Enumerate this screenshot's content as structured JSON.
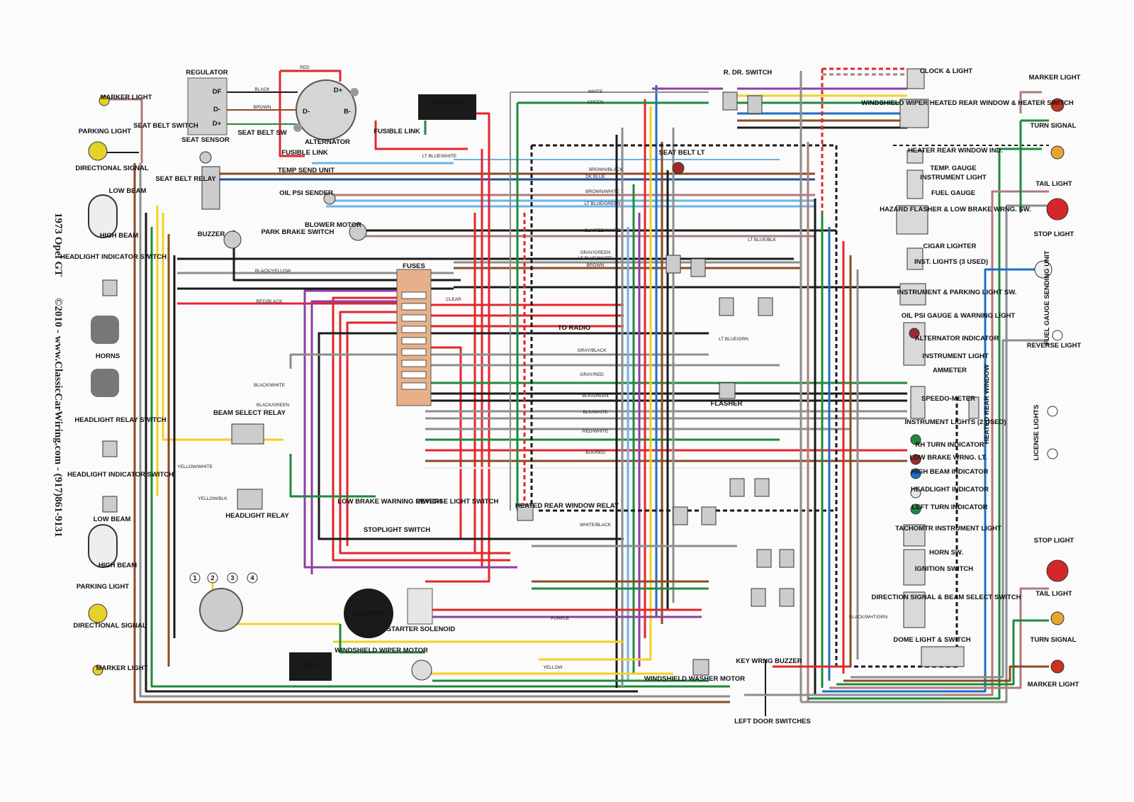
{
  "diagram": {
    "title": "1973 Opel GT",
    "subtitle": "©2010 - www.ClassicCarWiring.com - (917)861-9131",
    "components": [
      {
        "id": "marker-light-lf",
        "label": "MARKER LIGHT"
      },
      {
        "id": "parking-light-lf",
        "label": "PARKING LIGHT"
      },
      {
        "id": "directional-signal-lf",
        "label": "DIRECTIONAL SIGNAL"
      },
      {
        "id": "low-beam-lf",
        "label": "LOW BEAM"
      },
      {
        "id": "high-beam-lf",
        "label": "HIGH BEAM"
      },
      {
        "id": "headlight-indicator-switch-l",
        "label": "HEADLIGHT INDICATOR SWITCH"
      },
      {
        "id": "horns",
        "label": "HORNS"
      },
      {
        "id": "headlight-relay-switch",
        "label": "HEADLIGHT RELAY SWITCH"
      },
      {
        "id": "headlight-indicator-switch-r",
        "label": "HEADLIGHT INDICATOR SWITCH"
      },
      {
        "id": "low-beam-rf",
        "label": "LOW BEAM"
      },
      {
        "id": "high-beam-rf",
        "label": "HIGH BEAM"
      },
      {
        "id": "parking-light-rf",
        "label": "PARKING LIGHT"
      },
      {
        "id": "directional-signal-rf",
        "label": "DIRECTIONAL SIGNAL"
      },
      {
        "id": "marker-light-rf",
        "label": "MARKER LIGHT"
      },
      {
        "id": "regulator",
        "label": "REGULATOR"
      },
      {
        "id": "alternator",
        "label": "ALTERNATOR"
      },
      {
        "id": "battery",
        "label": "BATTERY"
      },
      {
        "id": "fusible-link-1",
        "label": "FUSIBLE LINK"
      },
      {
        "id": "fusible-link-2",
        "label": "FUSIBLE LINK"
      },
      {
        "id": "seat-belt-switch",
        "label": "SEAT BELT SWITCH"
      },
      {
        "id": "seat-sensor",
        "label": "SEAT SENSOR"
      },
      {
        "id": "seat-belt-sw",
        "label": "SEAT BELT SW"
      },
      {
        "id": "seat-belt-relay",
        "label": "SEAT BELT RELAY"
      },
      {
        "id": "temp-send-unit",
        "label": "TEMP SEND UNIT"
      },
      {
        "id": "oil-psi-sender",
        "label": "OIL PSI SENDER"
      },
      {
        "id": "blower-motor",
        "label": "BLOWER MOTOR"
      },
      {
        "id": "buzzer",
        "label": "BUZZER"
      },
      {
        "id": "park-brake-switch",
        "label": "PARK BRAKE SWITCH"
      },
      {
        "id": "fuses",
        "label": "FUSES"
      },
      {
        "id": "to-radio",
        "label": "TO RADIO"
      },
      {
        "id": "beam-select-relay",
        "label": "BEAM SELECT RELAY"
      },
      {
        "id": "headlight-relay",
        "label": "HEADLIGHT RELAY"
      },
      {
        "id": "low-brake-warning-switch",
        "label": "LOW BRAKE WARNING SWITCH"
      },
      {
        "id": "reverse-light-switch",
        "label": "REVERSE LIGHT SWITCH"
      },
      {
        "id": "stoplight-switch",
        "label": "STOPLIGHT SWITCH"
      },
      {
        "id": "starter",
        "label": "STARTER"
      },
      {
        "id": "starter-solenoid",
        "label": "STARTER SOLENOID"
      },
      {
        "id": "coil",
        "label": "COIL"
      },
      {
        "id": "windshield-wiper-motor",
        "label": "WINDSHIELD WIPER MOTOR"
      },
      {
        "id": "heated-rear-window-relay",
        "label": "HEATED REAR WINDOW RELAY"
      },
      {
        "id": "seat-belt-lt",
        "label": "SEAT BELT LT"
      },
      {
        "id": "flasher",
        "label": "FLASHER"
      },
      {
        "id": "windshield-washer-motor",
        "label": "WINDSHIELD WASHER MOTOR"
      },
      {
        "id": "key-wrng-buzzer",
        "label": "KEY WRNG BUZZER"
      },
      {
        "id": "left-door-switches",
        "label": "LEFT DOOR SWITCHES"
      },
      {
        "id": "r-dr-switch",
        "label": "R. DR. SWITCH"
      },
      {
        "id": "clock-light",
        "label": "CLOCK & LIGHT"
      },
      {
        "id": "wiper-heater-switch",
        "label": "WINDSHIELD WIPER HEATED REAR WINDOW & HEATER SWITCH"
      },
      {
        "id": "heater-rear-window-ind",
        "label": "HEATER REAR WINDOW IND."
      },
      {
        "id": "temp-gauge",
        "label": "TEMP. GAUGE"
      },
      {
        "id": "instrument-light-1",
        "label": "INSTRUMENT LIGHT"
      },
      {
        "id": "fuel-gauge",
        "label": "FUEL GAUGE"
      },
      {
        "id": "hazard-flasher",
        "label": "HAZARD FLASHER & LOW BRAKE WRNG. SW."
      },
      {
        "id": "cigar-lighter",
        "label": "CIGAR LIGHTER"
      },
      {
        "id": "inst-lights",
        "label": "INST. LIGHTS (3 USED)"
      },
      {
        "id": "instrument-parking-light-sw",
        "label": "INSTRUMENT & PARKING LIGHT SW."
      },
      {
        "id": "oil-psi-gauge",
        "label": "OIL PSI GAUGE & WARNING LIGHT"
      },
      {
        "id": "alternator-indicator",
        "label": "ALTERNATOR INDICATOR"
      },
      {
        "id": "instrument-light-2",
        "label": "INSTRUMENT LIGHT"
      },
      {
        "id": "ammeter",
        "label": "AMMETER"
      },
      {
        "id": "speedometer",
        "label": "SPEEDO-METER"
      },
      {
        "id": "instrument-lights-2used",
        "label": "INSTRUMENT LIGHTS (2 USED)"
      },
      {
        "id": "rh-turn-indicator",
        "label": "RH TURN INDICATOR"
      },
      {
        "id": "low-brake-wrng-lt",
        "label": "LOW BRAKE WRNG. LT."
      },
      {
        "id": "high-beam-indicator",
        "label": "HIGH BEAM INDICATOR"
      },
      {
        "id": "headlight-indicator",
        "label": "HEADLIGHT INDICATOR"
      },
      {
        "id": "left-turn-indicator",
        "label": "LEFT TURN INDICATOR"
      },
      {
        "id": "tachometer",
        "label": "TACHOMTR INSTRUMENT LIGHT"
      },
      {
        "id": "horn-sw",
        "label": "HORN SW."
      },
      {
        "id": "ignition-switch",
        "label": "IGNITION SWITCH"
      },
      {
        "id": "directional-signal-switch",
        "label": "DIRECTION SIGNAL & BEAM SELECT SWITCH"
      },
      {
        "id": "dome-light",
        "label": "DOME LIGHT & SWITCH"
      },
      {
        "id": "heated-rear-window",
        "label": "HEATED REAR WINDOW"
      },
      {
        "id": "marker-light-rr",
        "label": "MARKER LIGHT"
      },
      {
        "id": "turn-signal-rr",
        "label": "TURN SIGNAL"
      },
      {
        "id": "tail-light-rr",
        "label": "TAIL LIGHT"
      },
      {
        "id": "stop-light-rr",
        "label": "STOP LIGHT"
      },
      {
        "id": "fuel-gauge-sending-unit",
        "label": "FUEL GAUGE SENDING UNIT"
      },
      {
        "id": "reverse-light",
        "label": "REVERSE LIGHT"
      },
      {
        "id": "license-lights",
        "label": "LICENSE LIGHTS"
      },
      {
        "id": "stop-light-lr",
        "label": "STOP LIGHT"
      },
      {
        "id": "tail-light-lr",
        "label": "TAIL LIGHT"
      },
      {
        "id": "turn-signal-lr",
        "label": "TURN SIGNAL"
      },
      {
        "id": "marker-light-lr",
        "label": "MARKER LIGHT"
      }
    ],
    "wire_labels": [
      "BLACK",
      "BROWN",
      "RED",
      "WHITE",
      "GREEN",
      "LT BLUE/WHITE",
      "BROWN/BLACK",
      "DK BLUE",
      "BROWN/WHITE",
      "LT BLUE/GREEN",
      "BLK/RED/WHITE",
      "GRAY/GREEN",
      "LT BLUE/WHITE",
      "BROWN",
      "BLACK/YELLOW",
      "RED/BLACK",
      "CLEAR",
      "GRAY/BLACK",
      "GRAY/RED",
      "BLACK/WHITE",
      "BLACK/GREEN",
      "BLK/GREEN",
      "BLK/WHITE",
      "BLK/RED",
      "RED/WHITE",
      "YELLOW/WHITE",
      "YELLOW/BLK",
      "PURPLE",
      "YELLOW",
      "BLACK/WHT/GRN",
      "LT BLUE/BLK",
      "LT BLUE/GRN",
      "WHITE/BLACK"
    ],
    "ignition_terminals": [
      "1",
      "2",
      "3",
      "4"
    ],
    "terminal_labels": [
      "DF",
      "D-",
      "D+",
      "D+",
      "D-",
      "B-"
    ],
    "colors": {
      "red": "#e3262b",
      "black": "#1a1a1a",
      "brown": "#8a4b22",
      "green": "#1f8a3b",
      "yellow": "#f3d21c",
      "blue": "#1d6fc4",
      "ltblue": "#6ab4ea",
      "gray": "#8d8d8d",
      "purple": "#8e3fa3",
      "white": "#ffffff",
      "pink": "#e58aa0"
    }
  }
}
